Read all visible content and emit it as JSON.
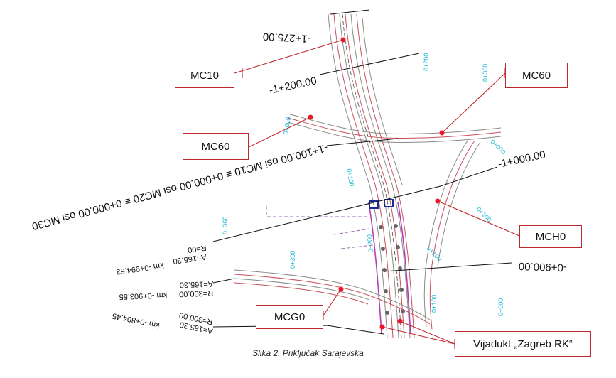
{
  "labels": {
    "mc10": "MC10",
    "mc60_right": "MC60",
    "mc60_left": "MC60",
    "mch0": "MCH0",
    "mcg0": "MCG0",
    "viaduct": "Vijadukt „Zagreb RK“"
  },
  "stations": {
    "s1275": "-1+275.00",
    "s1200": "-1+200.00",
    "s1100": "-1+100.00 osi MC10 ≡ 0+000.00 osi MC20 ≡ 0+000.00 osi MC30",
    "s1000": "-1+000.00",
    "s0900": "-0+900.00"
  },
  "curve_data": {
    "c1_r": "R=00",
    "c1_a": "A=165.30",
    "c1_km": "km -0+994.63",
    "c2_a": "A=165.30",
    "c2_r": "R=300.00",
    "c2_km": "km -0+903.55",
    "c3_r": "R=300.00",
    "c3_a": "A=165.30",
    "c3_km": "km -0+804.45"
  },
  "chainage": {
    "k200": "0+200",
    "k300": "0+300",
    "k000a": "0+000",
    "k100a": "0+100",
    "k360": "0+360",
    "k300b": "0+300",
    "k100b": "0+100",
    "k000b": "0+000",
    "k200b": "0+200",
    "k100c": "0+100",
    "k000c": "0+000",
    "k100d": "0+100"
  },
  "caption": "Slika 2. Priključak Sarajevska",
  "colors": {
    "label_border": "#c0272d",
    "road": "#8a8a8a",
    "road_red": "#c8505a",
    "magenta": "#b040b0",
    "cyan": "#18b8d4",
    "marker": "#e8182a"
  }
}
